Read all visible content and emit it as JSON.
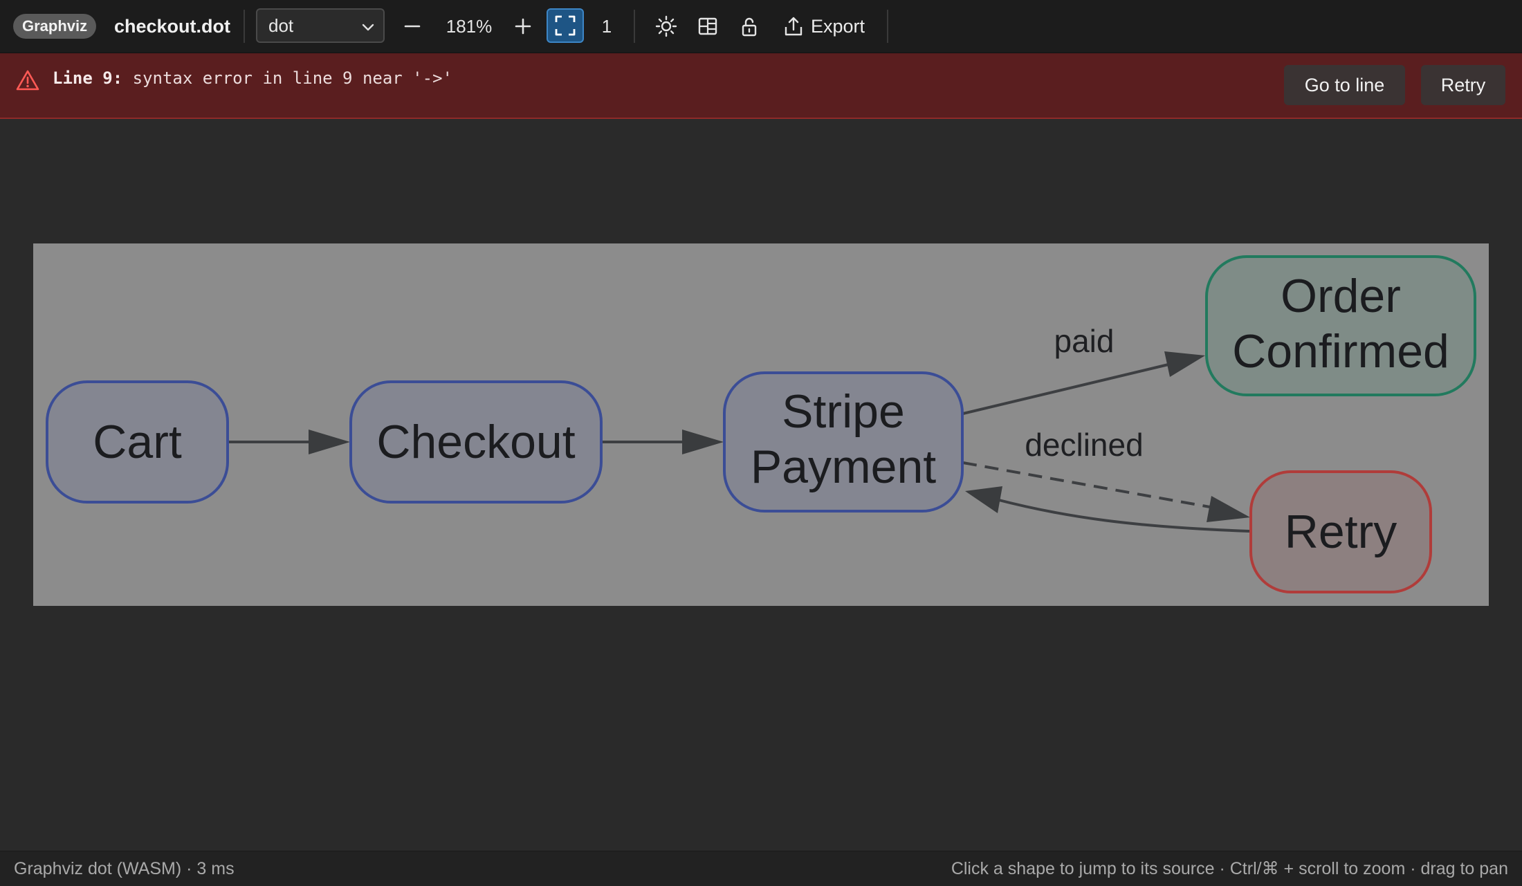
{
  "app": {
    "badge": "Graphviz",
    "filename": "checkout.dot"
  },
  "toolbar": {
    "engine": "dot",
    "zoom": "181%",
    "page": "1",
    "export_label": "Export",
    "icons": [
      "minus-icon",
      "plus-icon",
      "fit-to-screen-icon",
      "theme-sun-icon",
      "layout-grid-icon",
      "unlock-icon",
      "upload-icon",
      "chevron-down-icon"
    ]
  },
  "error": {
    "prefix": "Line 9:",
    "message": " syntax error in line 9 near '->'",
    "goto_label": "Go to line",
    "retry_label": "Retry"
  },
  "graph": {
    "nodes": {
      "cart": {
        "lines": [
          "Cart"
        ]
      },
      "checkout": {
        "lines": [
          "Checkout"
        ]
      },
      "stripe": {
        "lines": [
          "Stripe",
          "Payment"
        ]
      },
      "order": {
        "lines": [
          "Order",
          "Confirmed"
        ]
      },
      "retry": {
        "lines": [
          "Retry"
        ]
      }
    },
    "edges": [
      {
        "from": "Cart",
        "to": "Checkout",
        "label": ""
      },
      {
        "from": "Checkout",
        "to": "Stripe Payment",
        "label": ""
      },
      {
        "from": "Stripe Payment",
        "to": "Order Confirmed",
        "label": "paid"
      },
      {
        "from": "Stripe Payment",
        "to": "Retry",
        "label": "declined",
        "style": "dashed"
      },
      {
        "from": "Retry",
        "to": "Stripe Payment",
        "label": ""
      }
    ],
    "colors": {
      "canvas": "#8c8c8c",
      "node_blue_border": "#3b4d96",
      "node_blue_fill": "#848691",
      "node_green_border": "#227a5e",
      "node_green_fill": "#7f8c87",
      "node_red_border": "#b03c3a",
      "node_red_fill": "#8d8080"
    }
  },
  "status": {
    "left": "Graphviz dot (WASM) · 3 ms",
    "right": "Click a shape to jump to its source · Ctrl/⌘ + scroll to zoom · drag to pan"
  }
}
